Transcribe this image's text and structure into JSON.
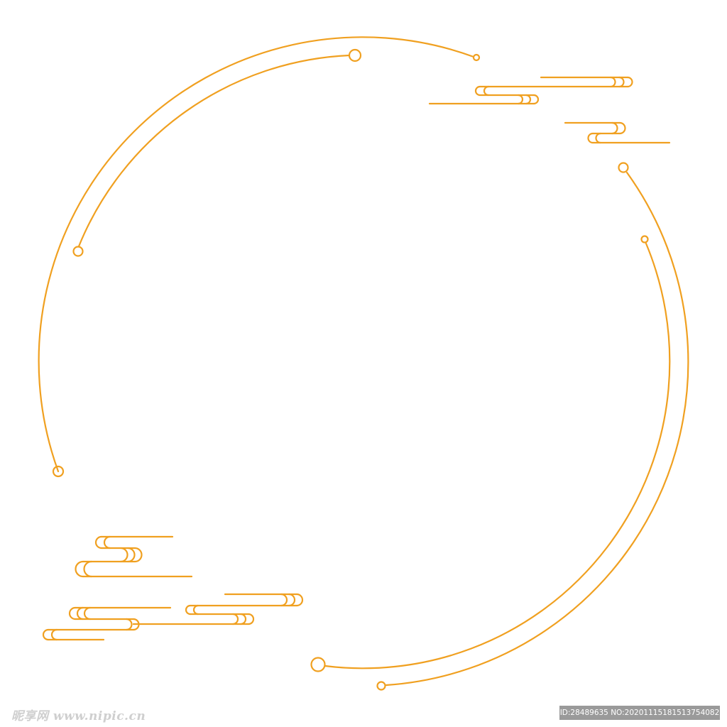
{
  "colors": {
    "line": "#f0a020",
    "background": "#ffffff",
    "watermark_text": "#cfcfcf",
    "id_badge": "#9a9a9a"
  },
  "decoration": {
    "outer-ring-arc-left": "decorative arc",
    "outer-ring-arc-right": "decorative arc",
    "inner-ring-arc-top": "decorative arc",
    "inner-ring-arc-right": "decorative arc",
    "cloud-motif-top-right": "auspicious cloud lines",
    "cloud-motif-bottom-left": "auspicious cloud lines"
  },
  "watermark": {
    "site_mark": "昵享网 www.nipic.cn",
    "id_line": "ID:28489635 NO:20201115181513754082"
  }
}
